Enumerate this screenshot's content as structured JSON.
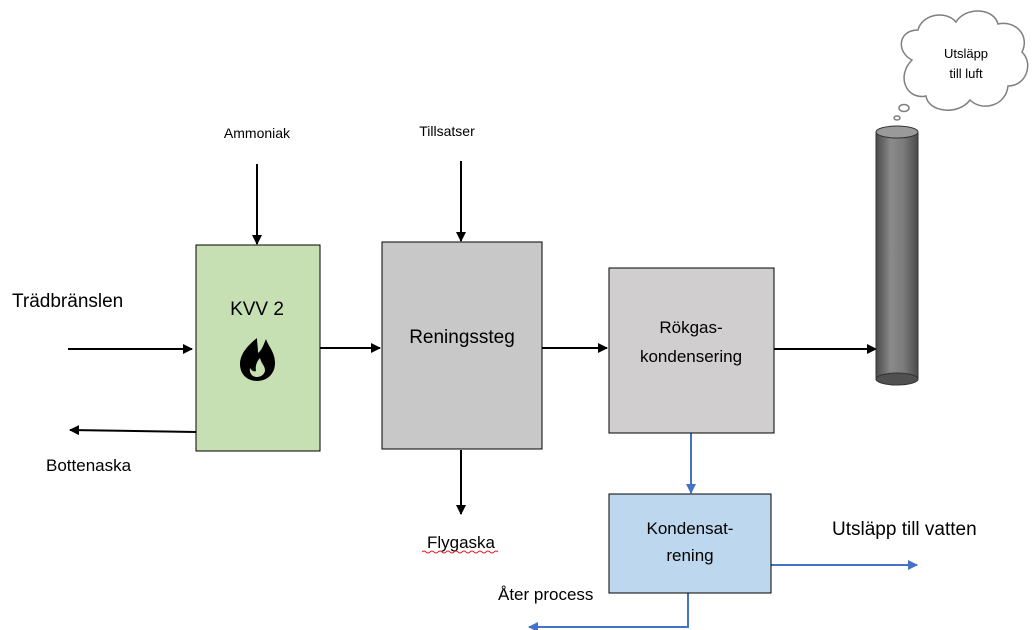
{
  "diagram": {
    "inputs": {
      "fuel": "Trädbränslen",
      "ammonia": "Ammoniak",
      "additives": "Tillsatser"
    },
    "blocks": {
      "boiler": "KVV 2",
      "cleaning": "Reningssteg",
      "condensation_line1": "Rökgas-",
      "condensation_line2": "kondensering",
      "condensate_line1": "Kondensat-",
      "condensate_line2": "rening"
    },
    "outputs": {
      "bottom_ash": "Bottenaska",
      "fly_ash": "Flygaska",
      "water_emission": "Utsläpp till vatten",
      "back_to_process": "Åter process",
      "air_emission_line1": "Utsläpp",
      "air_emission_line2": "till luft"
    },
    "colors": {
      "boiler_fill": "#c6e0b4",
      "cleaning_fill": "#c8c8c8",
      "condensation_fill": "#d0cece",
      "condensate_fill": "#bdd7ee",
      "water_arrow": "#4472c4",
      "stack_fill": "#707070"
    },
    "icons": {
      "boiler": "flame-icon",
      "emission": "cloud-icon",
      "stack": "chimney-icon"
    }
  }
}
